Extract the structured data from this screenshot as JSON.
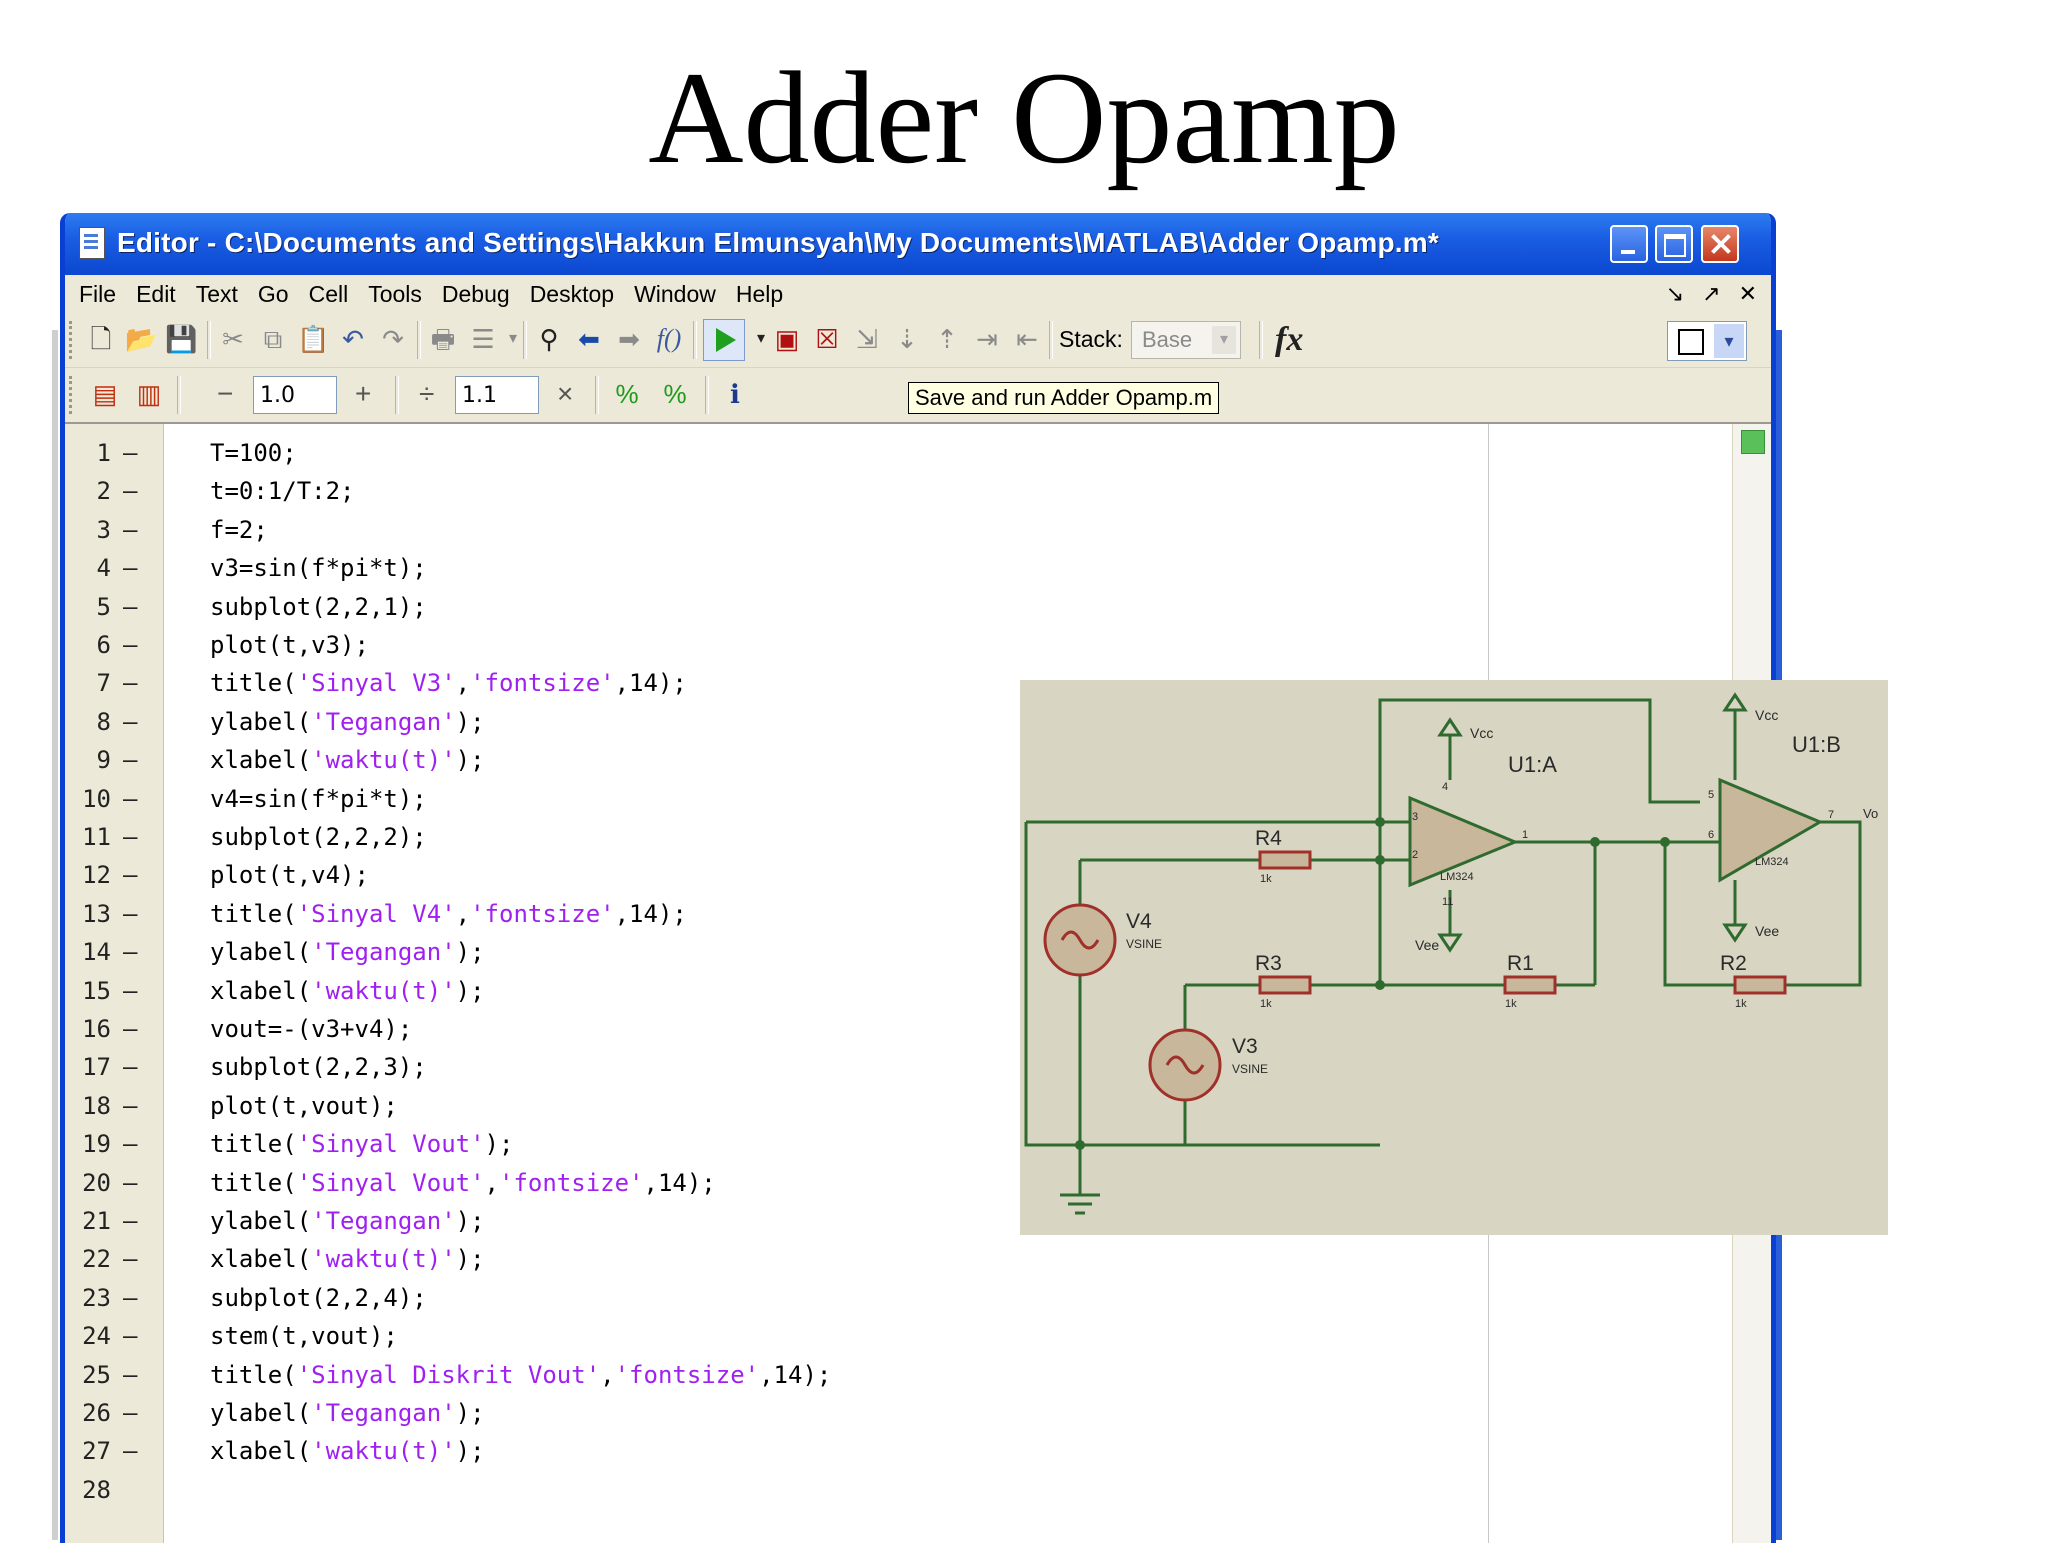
{
  "slide": {
    "title": "Adder Opamp"
  },
  "window": {
    "title": "Editor - C:\\Documents and Settings\\Hakkun Elmunsyah\\My Documents\\MATLAB\\Adder Opamp.m*"
  },
  "menu": {
    "items": [
      "File",
      "Edit",
      "Text",
      "Go",
      "Cell",
      "Tools",
      "Debug",
      "Desktop",
      "Window",
      "Help"
    ]
  },
  "toolbar": {
    "stack_label": "Stack:",
    "stack_value": "Base",
    "fx_label": "fx",
    "tooltip": "Save and run Adder Opamp.m"
  },
  "cell_toolbar": {
    "decrement": "−",
    "value1": "1.0",
    "increment": "+",
    "divide": "÷",
    "value2": "1.1",
    "multiply": "×"
  },
  "editor": {
    "lines": [
      {
        "n": "1",
        "parts": [
          {
            "t": "T=100;"
          }
        ]
      },
      {
        "n": "2",
        "parts": [
          {
            "t": "t=0:1/T:2;"
          }
        ]
      },
      {
        "n": "3",
        "parts": [
          {
            "t": "f=2;"
          }
        ]
      },
      {
        "n": "4",
        "parts": [
          {
            "t": "v3=sin(f*pi*t);"
          }
        ]
      },
      {
        "n": "5",
        "parts": [
          {
            "t": "subplot(2,2,1);"
          }
        ]
      },
      {
        "n": "6",
        "parts": [
          {
            "t": "plot(t,v3);"
          }
        ]
      },
      {
        "n": "7",
        "parts": [
          {
            "t": "title("
          },
          {
            "t": "'Sinyal V3'",
            "s": 1
          },
          {
            "t": ","
          },
          {
            "t": "'fontsize'",
            "s": 1
          },
          {
            "t": ",14);"
          }
        ]
      },
      {
        "n": "8",
        "parts": [
          {
            "t": "ylabel("
          },
          {
            "t": "'Tegangan'",
            "s": 1
          },
          {
            "t": ");"
          }
        ]
      },
      {
        "n": "9",
        "parts": [
          {
            "t": "xlabel("
          },
          {
            "t": "'waktu(t)'",
            "s": 1
          },
          {
            "t": ");"
          }
        ]
      },
      {
        "n": "10",
        "parts": [
          {
            "t": "v4=sin(f*pi*t);"
          }
        ]
      },
      {
        "n": "11",
        "parts": [
          {
            "t": "subplot(2,2,2);"
          }
        ]
      },
      {
        "n": "12",
        "parts": [
          {
            "t": "plot(t,v4);"
          }
        ]
      },
      {
        "n": "13",
        "parts": [
          {
            "t": "title("
          },
          {
            "t": "'Sinyal V4'",
            "s": 1
          },
          {
            "t": ","
          },
          {
            "t": "'fontsize'",
            "s": 1
          },
          {
            "t": ",14);"
          }
        ]
      },
      {
        "n": "14",
        "parts": [
          {
            "t": "ylabel("
          },
          {
            "t": "'Tegangan'",
            "s": 1
          },
          {
            "t": ");"
          }
        ]
      },
      {
        "n": "15",
        "parts": [
          {
            "t": "xlabel("
          },
          {
            "t": "'waktu(t)'",
            "s": 1
          },
          {
            "t": ");"
          }
        ]
      },
      {
        "n": "16",
        "parts": [
          {
            "t": "vout=-(v3+v4);"
          }
        ]
      },
      {
        "n": "17",
        "parts": [
          {
            "t": "subplot(2,2,3);"
          }
        ]
      },
      {
        "n": "18",
        "parts": [
          {
            "t": "plot(t,vout);"
          }
        ]
      },
      {
        "n": "19",
        "parts": [
          {
            "t": "title("
          },
          {
            "t": "'Sinyal Vout'",
            "s": 1
          },
          {
            "t": ");"
          }
        ]
      },
      {
        "n": "20",
        "parts": [
          {
            "t": "title("
          },
          {
            "t": "'Sinyal Vout'",
            "s": 1
          },
          {
            "t": ","
          },
          {
            "t": "'fontsize'",
            "s": 1
          },
          {
            "t": ",14);"
          }
        ]
      },
      {
        "n": "21",
        "parts": [
          {
            "t": "ylabel("
          },
          {
            "t": "'Tegangan'",
            "s": 1
          },
          {
            "t": ");"
          }
        ]
      },
      {
        "n": "22",
        "parts": [
          {
            "t": "xlabel("
          },
          {
            "t": "'waktu(t)'",
            "s": 1
          },
          {
            "t": ");"
          }
        ]
      },
      {
        "n": "23",
        "parts": [
          {
            "t": "subplot(2,2,4);"
          }
        ]
      },
      {
        "n": "24",
        "parts": [
          {
            "t": "stem(t,vout);"
          }
        ]
      },
      {
        "n": "25",
        "parts": [
          {
            "t": "title("
          },
          {
            "t": "'Sinyal Diskrit Vout'",
            "s": 1
          },
          {
            "t": ","
          },
          {
            "t": "'fontsize'",
            "s": 1
          },
          {
            "t": ",14);"
          }
        ]
      },
      {
        "n": "26",
        "parts": [
          {
            "t": "ylabel("
          },
          {
            "t": "'Tegangan'",
            "s": 1
          },
          {
            "t": ");"
          }
        ]
      },
      {
        "n": "27",
        "parts": [
          {
            "t": "xlabel("
          },
          {
            "t": "'waktu(t)'",
            "s": 1
          },
          {
            "t": ");"
          }
        ]
      },
      {
        "n": "28",
        "parts": []
      }
    ]
  },
  "circuit": {
    "u1a": "U1:A",
    "u1b": "U1:B",
    "vcc": "Vcc",
    "vee": "Vee",
    "r4": "R4",
    "r3": "R3",
    "r1": "R1",
    "r2": "R2",
    "r_value": "1k",
    "v4": "V4",
    "v3": "V3",
    "vsine": "VSINE",
    "part": "LM324",
    "pin3": "3",
    "pin2": "2",
    "pin1": "1",
    "pin4": "4",
    "pin11": "11",
    "pin5": "5",
    "pin6": "6",
    "pin7": "7",
    "vout": "Vo",
    "colors": {
      "wire": "#2f6a2f",
      "component": "#a0302a",
      "body": "#c8b79a"
    }
  }
}
